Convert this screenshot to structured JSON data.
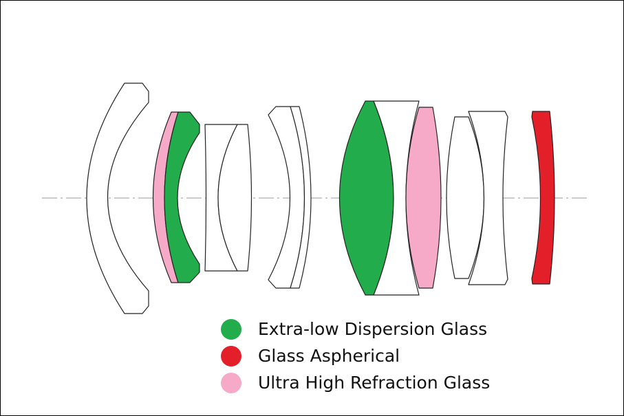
{
  "colors": {
    "ed_glass": "#22ac4b",
    "aspherical": "#e3202a",
    "uhr_glass": "#f7aac8",
    "outline": "#222222",
    "axis": "#9a9a9a"
  },
  "legend": {
    "items": [
      {
        "label": "Extra-low Dispersion Glass",
        "color": "#22ac4b",
        "icon": "green-circle"
      },
      {
        "label": "Glass Aspherical",
        "color": "#e3202a",
        "icon": "red-circle"
      },
      {
        "label": "Ultra High Refraction Glass",
        "color": "#f7aac8",
        "icon": "pink-circle"
      }
    ]
  },
  "lens_elements": [
    {
      "id": "element-1",
      "type": "plain"
    },
    {
      "id": "element-2",
      "type": "uhr"
    },
    {
      "id": "element-3",
      "type": "ed"
    },
    {
      "id": "element-4",
      "type": "plain"
    },
    {
      "id": "element-5",
      "type": "plain"
    },
    {
      "id": "element-6",
      "type": "plain"
    },
    {
      "id": "element-7",
      "type": "plain"
    },
    {
      "id": "element-8",
      "type": "ed"
    },
    {
      "id": "element-9",
      "type": "plain"
    },
    {
      "id": "element-10",
      "type": "uhr"
    },
    {
      "id": "element-11",
      "type": "plain"
    },
    {
      "id": "element-12",
      "type": "plain"
    },
    {
      "id": "element-13",
      "type": "aspherical"
    }
  ]
}
